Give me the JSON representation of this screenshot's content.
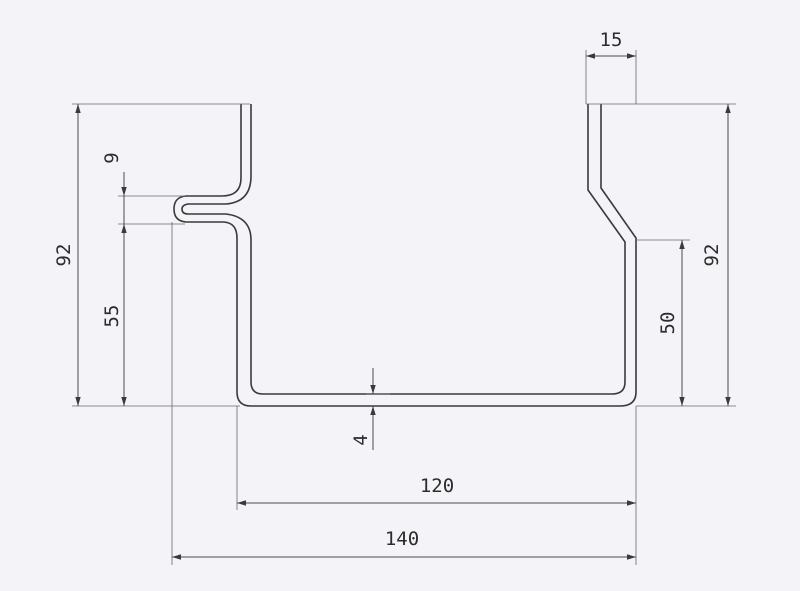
{
  "dimensions": {
    "top_flange_width": "15",
    "left_total_height": "92",
    "left_notch_gap": "9",
    "left_lower_height": "55",
    "material_thickness": "4",
    "right_total_height": "92",
    "right_lower_height": "50",
    "inner_width": "120",
    "outer_width": "140"
  },
  "colors": {
    "paper": "#f4f3f7",
    "ink": "#3a3a3a"
  }
}
